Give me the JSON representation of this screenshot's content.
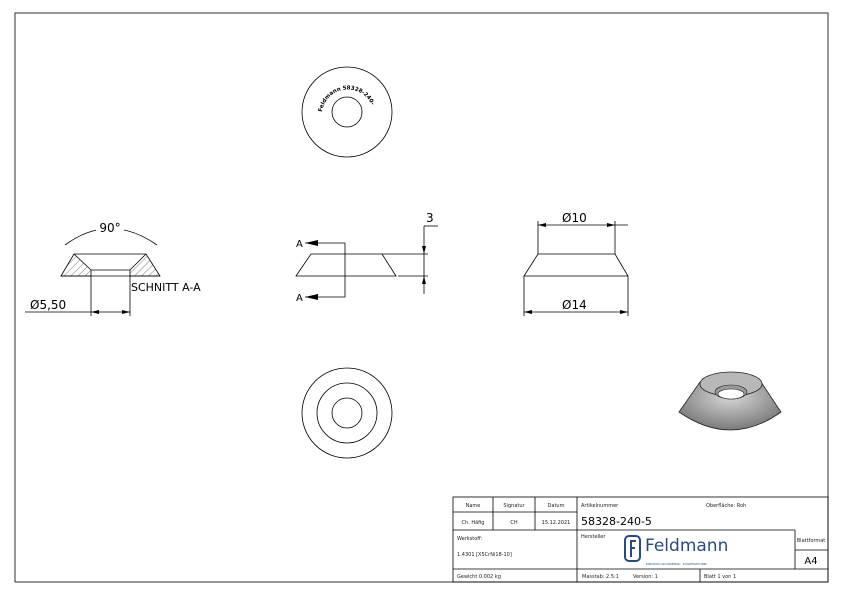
{
  "drawing": {
    "engraving": "Feldmann 58328-240-5",
    "section_label": "A",
    "section_title": "SCHNITT A-A",
    "angle": "90°",
    "hole_diameter": "Ø5,50",
    "height": "3",
    "top_diameter": "Ø10",
    "bottom_diameter": "Ø14"
  },
  "title_block": {
    "name_label": "Name",
    "signatur_label": "Signatur",
    "datum_label": "Datum",
    "name": "Ch. Häfig",
    "signatur": "CH",
    "datum": "15.12.2021",
    "artikelnummer_label": "Artikelnummer",
    "oberflaeche": "Oberfläche:  Roh",
    "artikelnummer": "58328-240-5",
    "werkstoff_label": "Werkstoff:",
    "werkstoff": "1.4301 [X5CrNi18-10]",
    "hersteller_label": "Hersteller",
    "logo_text": "Feldmann",
    "logo_tagline": "EDELSTAHL-GELÄNDERBAU · SCHWEISSTECHNIK",
    "blattformat_label": "Blattformat",
    "blattformat": "A4",
    "gewicht": "Gewicht 0.002 kg",
    "massstab": "Masstab: 2.5:1",
    "version": "Version: 1",
    "blatt": "Blatt 1 von 1",
    "brand_color": "#2b4a7a"
  }
}
